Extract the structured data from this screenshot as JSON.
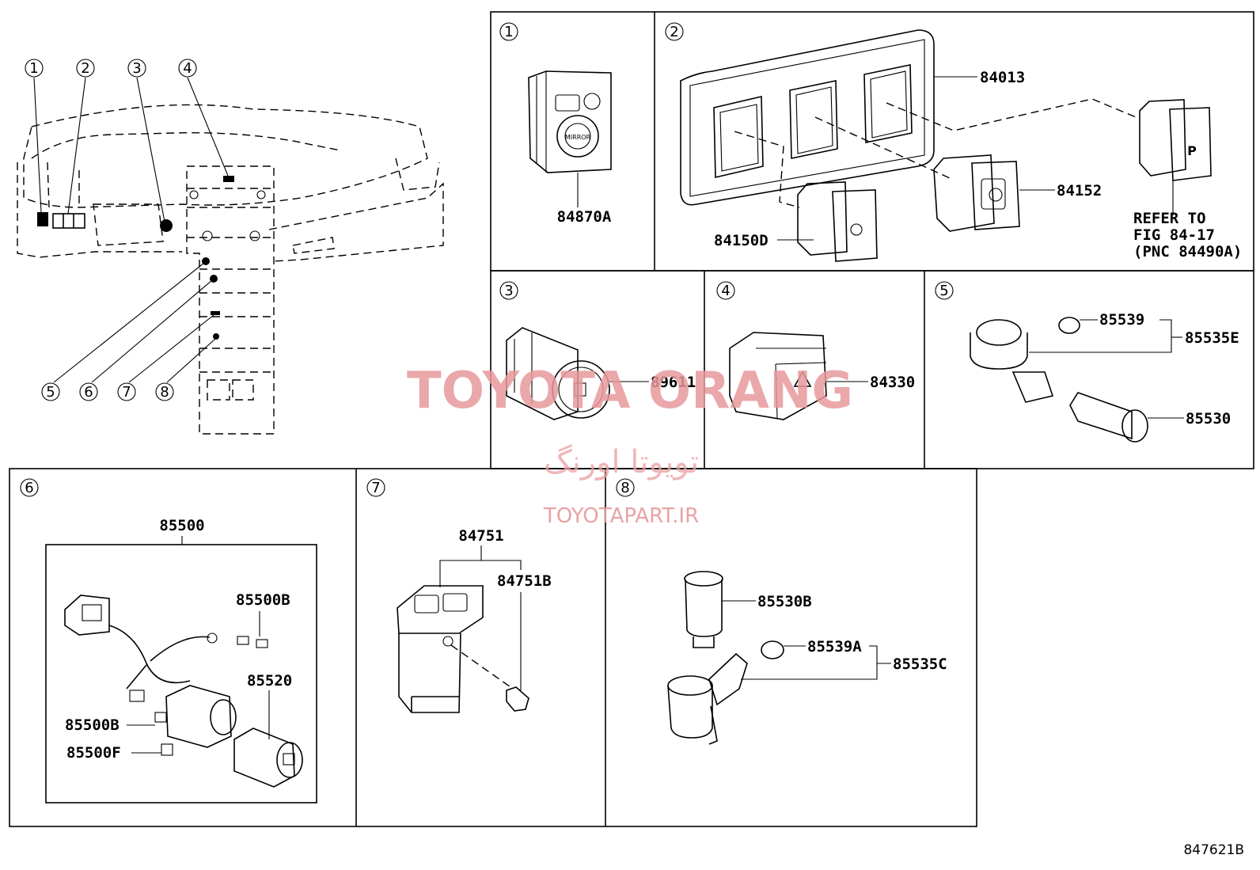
{
  "callouts": {
    "c1": "1",
    "c2": "2",
    "c3": "3",
    "c4": "4",
    "c5": "5",
    "c6": "6",
    "c7": "7",
    "c8": "8"
  },
  "panels": {
    "p1": {
      "num": "1",
      "parts": {
        "a": "84870A"
      }
    },
    "p2": {
      "num": "2",
      "parts": {
        "a": "84013",
        "b": "84152",
        "c": "84150D"
      },
      "note": {
        "l1": "REFER TO",
        "l2": "FIG 84-17",
        "l3": "(PNC 84490A)"
      }
    },
    "p3": {
      "num": "3",
      "parts": {
        "a": "89611"
      }
    },
    "p4": {
      "num": "4",
      "parts": {
        "a": "84330"
      }
    },
    "p5": {
      "num": "5",
      "parts": {
        "a": "85539",
        "b": "85535E",
        "c": "85530"
      }
    },
    "p6": {
      "num": "6",
      "parts": {
        "a": "85500",
        "b": "85500B",
        "c": "85520",
        "d": "85500B",
        "e": "85500F"
      }
    },
    "p7": {
      "num": "7",
      "parts": {
        "a": "84751",
        "b": "84751B"
      }
    },
    "p8": {
      "num": "8",
      "parts": {
        "a": "85530B",
        "b": "85539A",
        "c": "85535C"
      }
    }
  },
  "watermark": {
    "brand": "TOYOTA ORANG",
    "persian": "تویوتا اورنگ",
    "site": "TOYOTAPART.IR"
  },
  "catalog_number": "847621B"
}
